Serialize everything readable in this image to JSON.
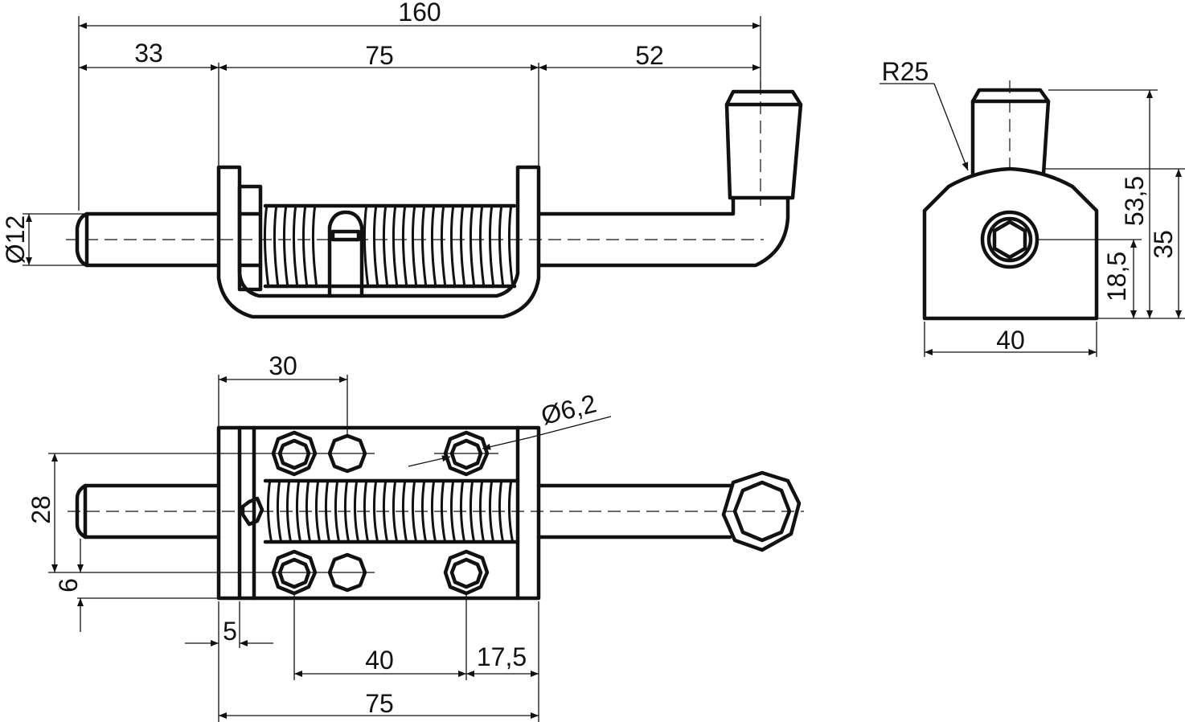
{
  "drawing": {
    "front_view": {
      "overall_length": "160",
      "pin_extension": "33",
      "housing_length": "75",
      "handle_offset": "52",
      "pin_diameter": "Ø12"
    },
    "side_view": {
      "radius": "R25",
      "overall_height": "53,5",
      "body_height": "35",
      "pin_axis_height": "18,5",
      "width": "40"
    },
    "top_view": {
      "hole_spacing_first": "30",
      "hole_diameter": "Ø6,2",
      "hole_row_spacing": "28",
      "hole_edge_offset": "6",
      "flange_thickness": "5",
      "hole_spacing_second": "40",
      "hole_end_offset": "17,5",
      "housing_length": "75"
    }
  }
}
